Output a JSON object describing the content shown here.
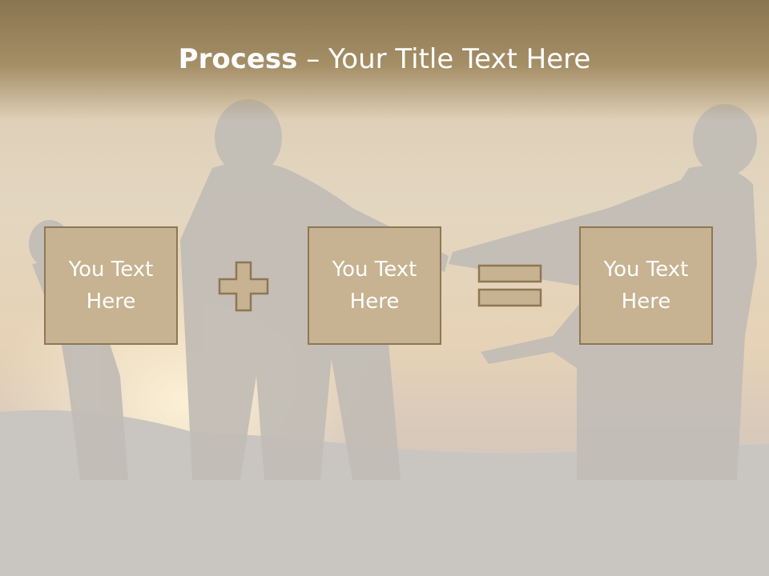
{
  "slide": {
    "title_bold": "Process",
    "title_dash": " – ",
    "title_rest": "Your Title Text Here"
  },
  "boxes": [
    {
      "line1": "You Text",
      "line2": "Here"
    },
    {
      "line1": "You Text",
      "line2": "Here"
    },
    {
      "line1": "You Text",
      "line2": "Here"
    }
  ],
  "operators": [
    "plus-icon",
    "equals-icon"
  ],
  "colors": {
    "box_fill": "#c7b291",
    "box_border": "#8e7754",
    "header": "#a58f67",
    "text": "#ffffff"
  }
}
